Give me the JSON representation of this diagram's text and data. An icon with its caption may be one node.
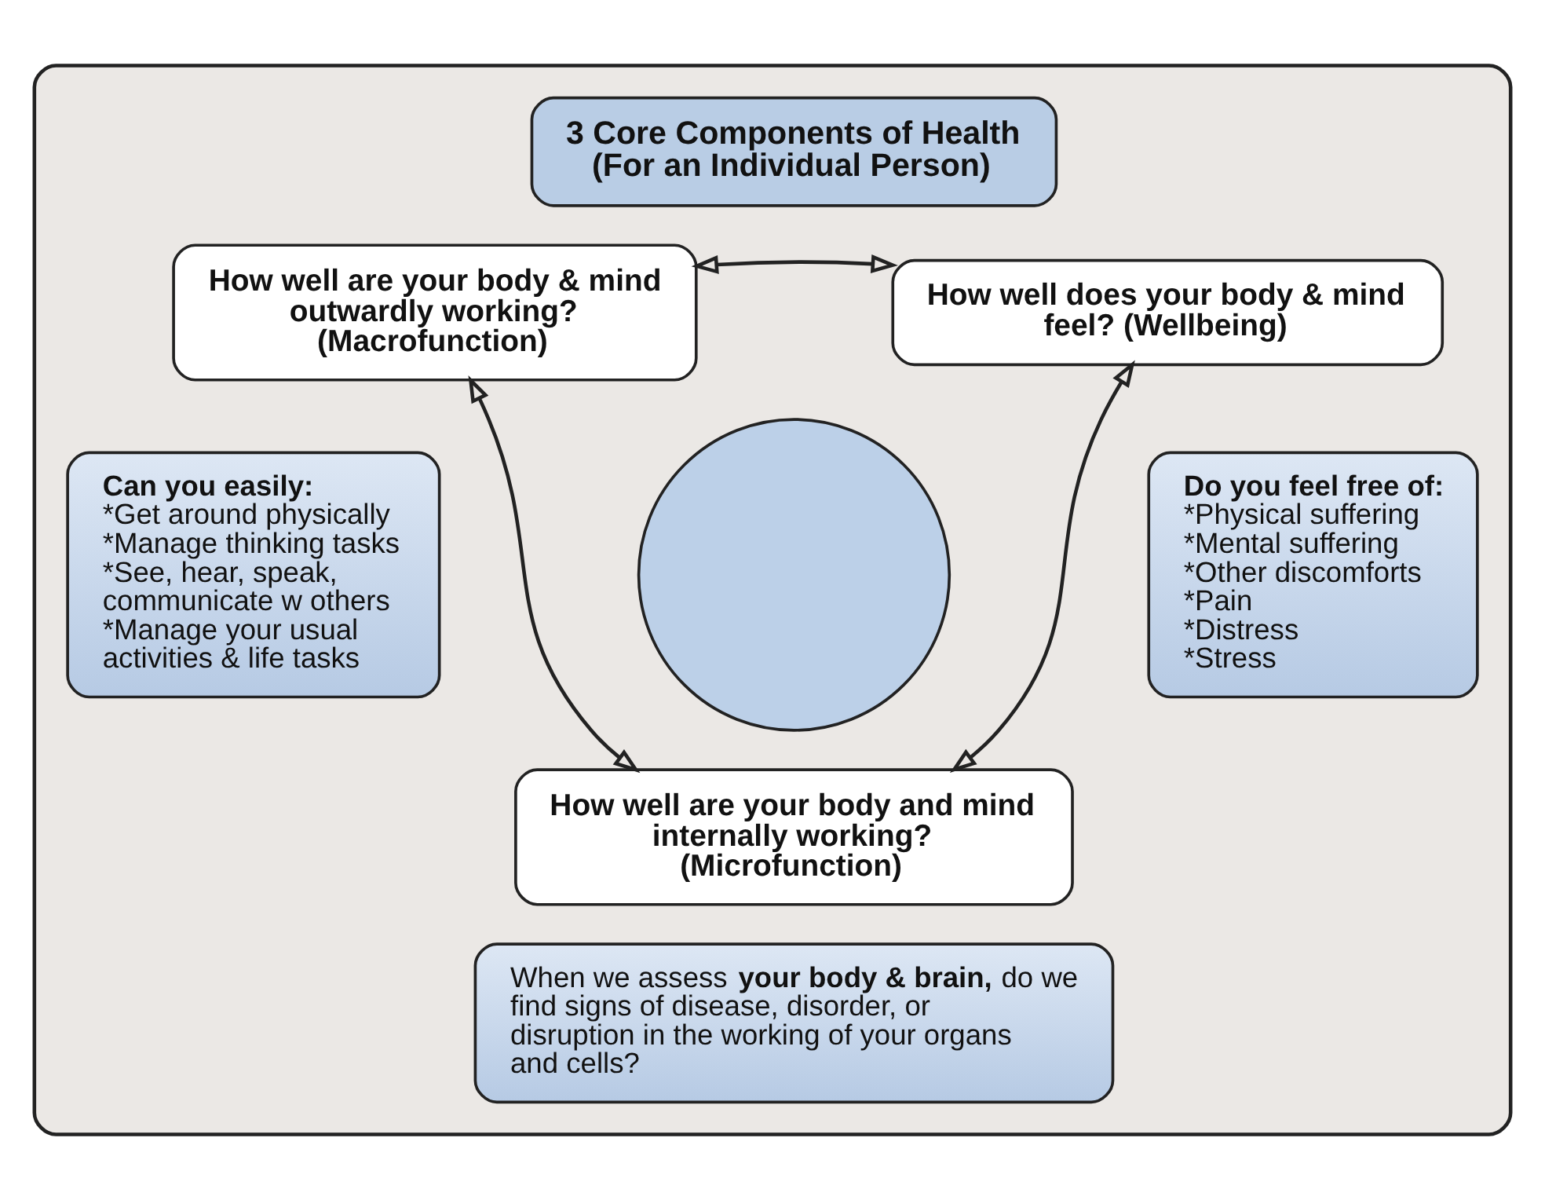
{
  "diagram": {
    "nodes": [
      {
        "text": [],
        "shape": "box"
      },
      {
        "text": [
          "3 Core Components of Health (For an Individual Person)"
        ],
        "in": 0
      },
      {
        "text": [
          "How well are your body & mind outwardly working? (Macrofunction)"
        ],
        "in": 0
      },
      {
        "text": [
          "How well does your body & mind feel? (Wellbeing)"
        ],
        "in": 0
      },
      {
        "text": [],
        "shape": "circle",
        "in": 0
      },
      {
        "text": [
          "Can you easily:",
          "*Get around physically",
          "*Manage thinking tasks",
          "*See, hear, speak, communicate w others",
          "*Manage your usual activities & life tasks"
        ],
        "in": 0
      },
      {
        "text": [
          "Do you feel free of:",
          "*Physical suffering",
          "*Mental suffering",
          "*Other discomforts",
          "*Pain",
          "*Distress",
          "*Stress"
        ],
        "in": 0
      },
      {
        "text": [
          "How well are your body and mind internally working? (Microfunction)"
        ],
        "in": 0
      },
      {
        "text": [
          "When we assess **your body & brain,** do we find signs of disease, disorder, or disruption in the working of your organs and cells?"
        ],
        "in": 0
      }
    ],
    "edges": [
      {
        "from": 2,
        "to": 3,
        "arrow": "both"
      },
      {
        "from": 2,
        "to": 7,
        "arrow": "both"
      },
      {
        "from": 3,
        "to": 7,
        "arrow": "both"
      }
    ]
  }
}
